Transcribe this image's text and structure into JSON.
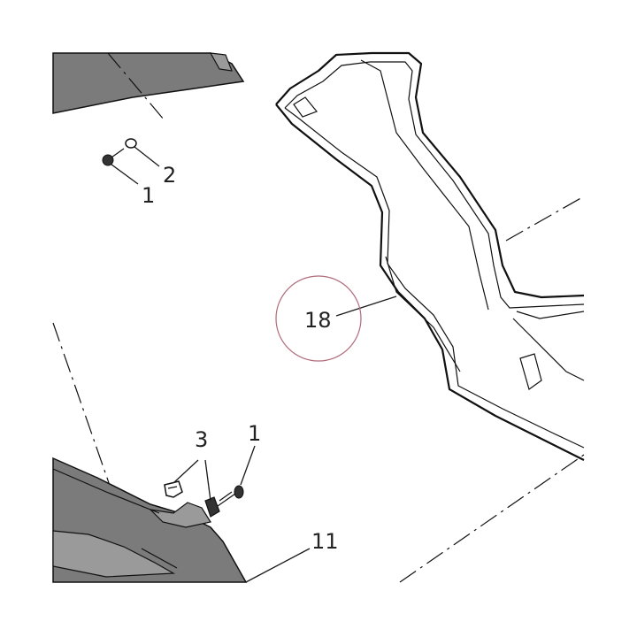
{
  "callouts": {
    "screw_top": "1",
    "washer_top": "2",
    "clips": "3",
    "screw_bottom": "1",
    "panel_11": "11",
    "part_18": "18"
  },
  "colors": {
    "panel_grey": "#7b7b7b",
    "highlight_circle": "#b06a7a"
  }
}
